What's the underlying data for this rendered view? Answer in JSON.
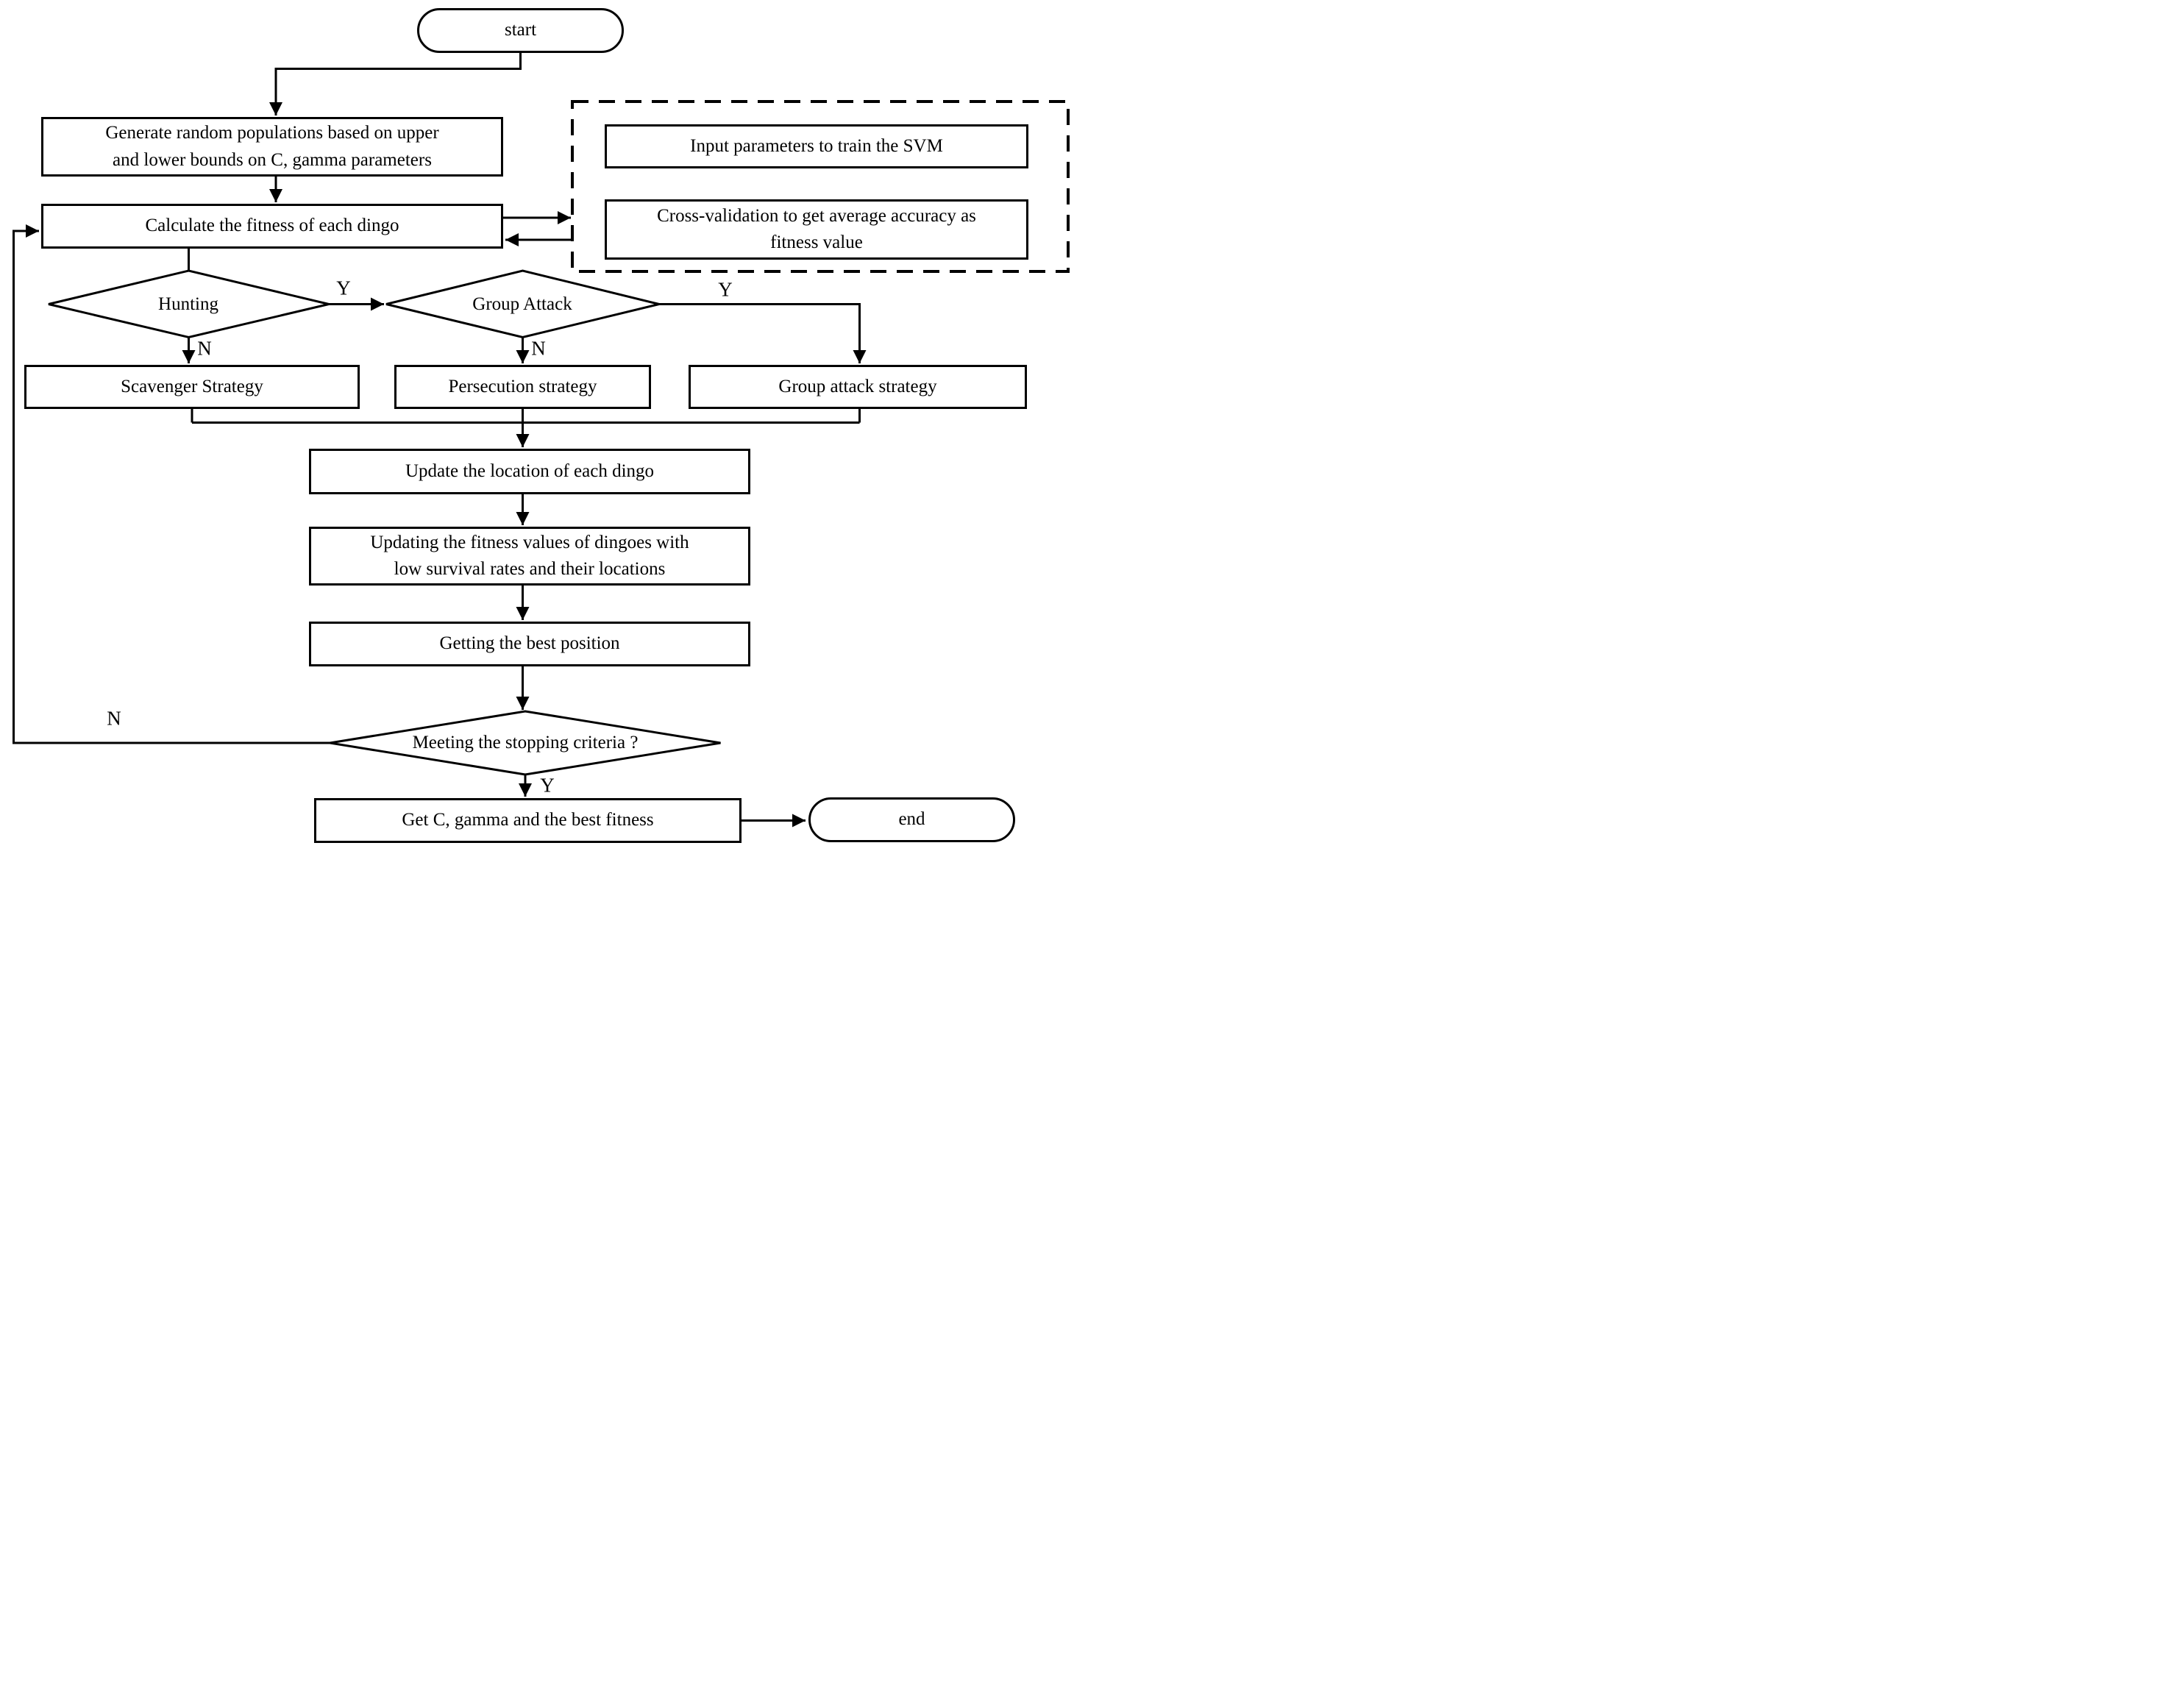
{
  "diagram": {
    "background": "#ffffff",
    "stroke_color": "#000000"
  },
  "nodes": {
    "start": "start",
    "generate": "Generate random populations based on upper\nand lower bounds on C, gamma parameters",
    "calculate": "Calculate the fitness of each dingo",
    "input_params": "Input parameters to train the SVM",
    "cross_validation": "Cross-validation to get average accuracy as\nfitness value",
    "hunting": "Hunting",
    "group_attack": "Group Attack",
    "scavenger": "Scavenger Strategy",
    "persecution": "Persecution strategy",
    "group_attack_strategy": "Group attack strategy",
    "update_location": "Update the location of each dingo",
    "updating_fitness": "Updating the fitness values of dingoes with\nlow survival rates and their locations",
    "best_position": "Getting the best position",
    "stopping_criteria": "Meeting the stopping criteria ?",
    "get_result": "Get C, gamma and the best fitness",
    "end": "end"
  },
  "edge_labels": {
    "hunting_yes": "Y",
    "hunting_no": "N",
    "group_attack_yes": "Y",
    "group_attack_no": "N",
    "stopping_yes": "Y",
    "stopping_no": "N"
  }
}
